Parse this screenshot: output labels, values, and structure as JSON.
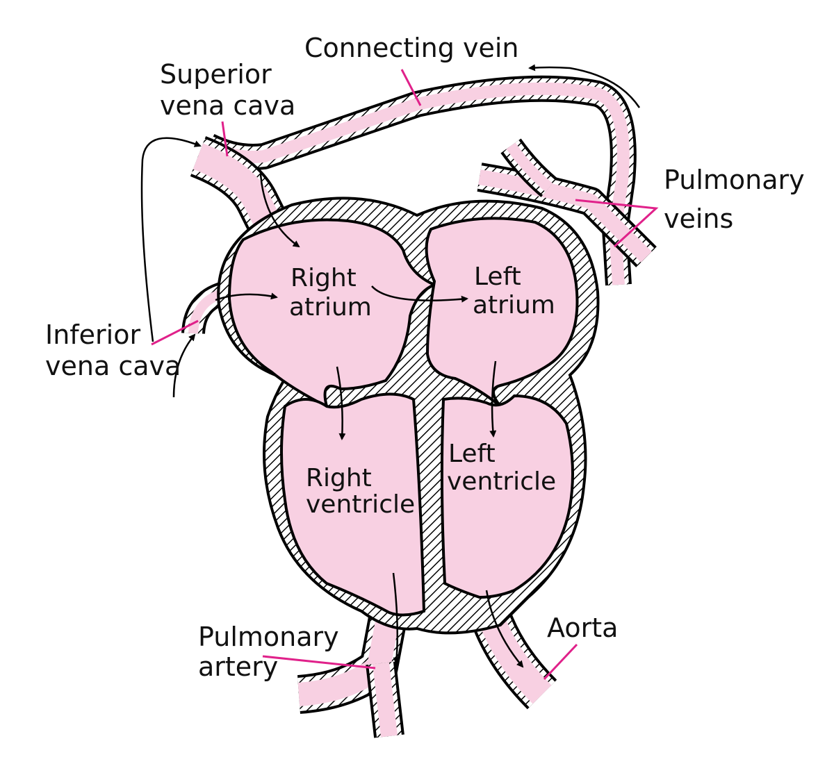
{
  "labels": {
    "connecting_vein": "Connecting vein",
    "superior_line1": "Superior",
    "superior_line2": "vena cava",
    "pulmonary_veins_line1": "Pulmonary",
    "pulmonary_veins_line2": "veins",
    "inferior_line1": "Inferior",
    "inferior_line2": "vena cava",
    "right_atrium_line1": "Right",
    "right_atrium_line2": "atrium",
    "left_atrium_line1": "Left",
    "left_atrium_line2": "atrium",
    "right_ventricle_line1": "Right",
    "right_ventricle_line2": "ventricle",
    "left_ventricle_line1": "Left",
    "left_ventricle_line2": "ventricle",
    "pulmonary_artery_line1": "Pulmonary",
    "pulmonary_artery_line2": "artery",
    "aorta": "Aorta"
  },
  "colors": {
    "tissue": "#f8d0e2",
    "leader": "#e0218a",
    "outline": "#000000"
  }
}
